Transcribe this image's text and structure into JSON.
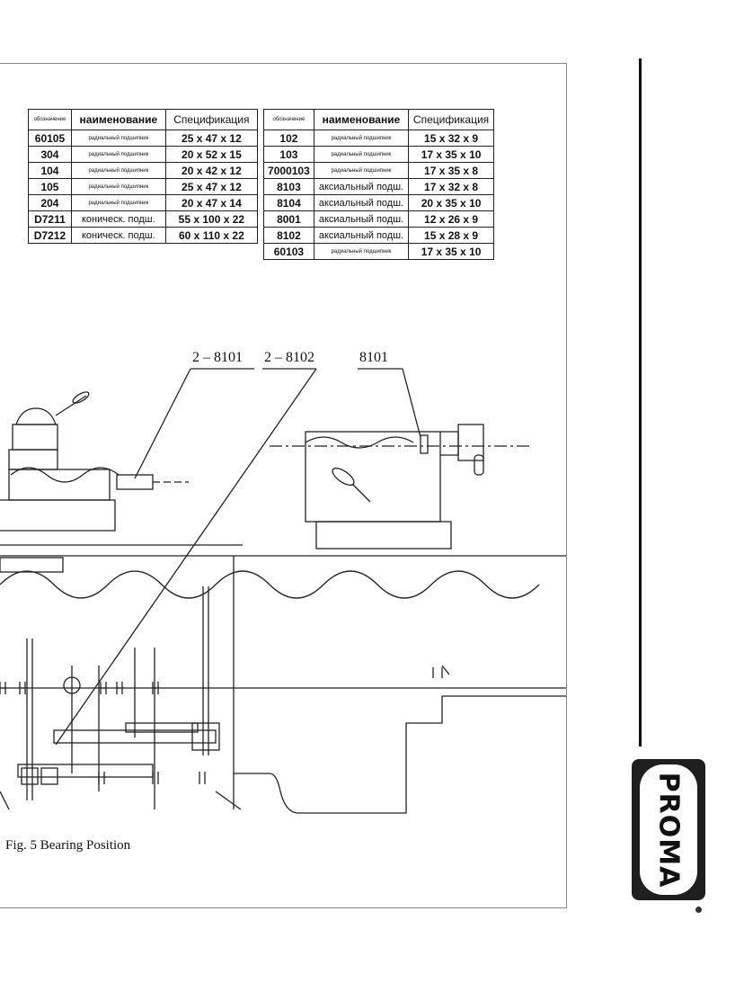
{
  "table_left": {
    "headers": [
      "обозначение",
      "наименование",
      "Спецификация"
    ],
    "rows": [
      {
        "code": "60105",
        "name": "радиальный подшипник",
        "spec": "25 x 47 x 12"
      },
      {
        "code": "304",
        "name": "радиальный подшипник",
        "spec": "20 x 52 x 15"
      },
      {
        "code": "104",
        "name": "радиальный подшипник",
        "spec": "20 x 42 x 12"
      },
      {
        "code": "105",
        "name": "радиальный подшипник",
        "spec": "25 x 47 x 12"
      },
      {
        "code": "204",
        "name": "радиальный подшипник",
        "spec": "20 x 47 x 14"
      },
      {
        "code": "D7211",
        "name": "коническ. подш.",
        "spec": "55 x 100 x 22"
      },
      {
        "code": "D7212",
        "name": "коническ. подш.",
        "spec": "60 x 110 x 22"
      }
    ]
  },
  "table_right": {
    "headers": [
      "обозначение",
      "наименование",
      "Спецификация"
    ],
    "rows": [
      {
        "code": "102",
        "name": "радиальный подшипник",
        "spec": "15 x 32 x 9"
      },
      {
        "code": "103",
        "name": "радиальный подшипник",
        "spec": "17 x 35 x 10"
      },
      {
        "code": "7000103",
        "name": "радиальный подшипник",
        "spec": "17 x 35 x 8"
      },
      {
        "code": "8103",
        "name": "аксиальный подш.",
        "spec": "17 x 32 x 8"
      },
      {
        "code": "8104",
        "name": "аксиальный подш.",
        "spec": "20 x 35 x 10"
      },
      {
        "code": "8001",
        "name": "аксиальный подш.",
        "spec": "12 x 26 x 9"
      },
      {
        "code": "8102",
        "name": "аксиальный подш.",
        "spec": "15 x 28 x 9"
      },
      {
        "code": "60103",
        "name": "радиальный подшипник",
        "spec": "17 x 35 x 10"
      }
    ]
  },
  "callouts": [
    "2 – 8101",
    "2 – 8102",
    "8101"
  ],
  "caption": "Fig. 5 Bearing Position",
  "logo": {
    "text": "PROMA",
    "color": "#1f1f1f"
  }
}
